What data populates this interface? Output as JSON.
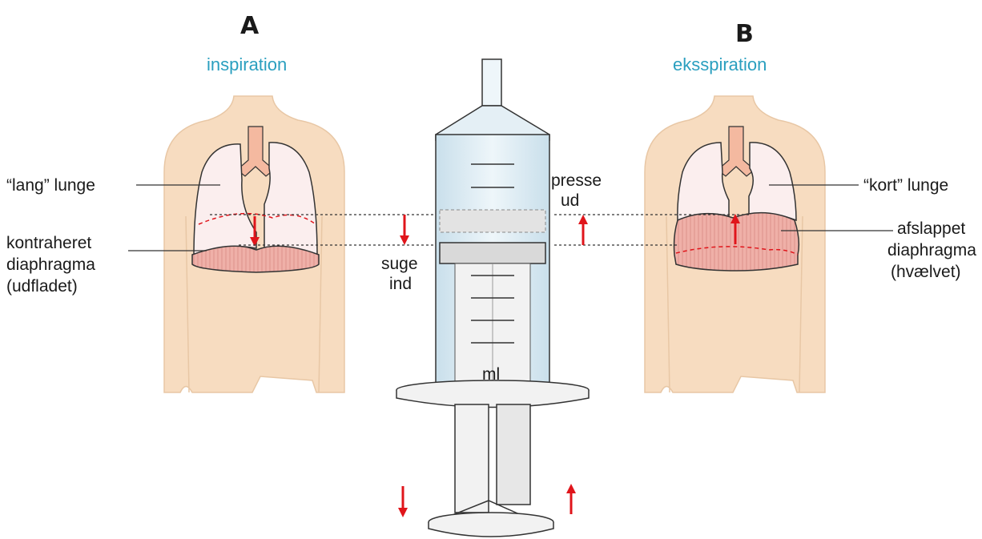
{
  "panels": {
    "left": {
      "letter": "A",
      "phase": "inspiration",
      "lung_label": "“lang” lunge",
      "diaphragm_label": [
        "kontraheret",
        "diaphragma",
        "(udfladet)"
      ]
    },
    "right": {
      "letter": "B",
      "phase": "eksspiration",
      "lung_label": "“kort” lunge",
      "diaphragm_label": [
        "afslappet",
        "diaphragma",
        "(hvælvet)"
      ]
    }
  },
  "syringe": {
    "out_label": [
      "presse",
      "ud"
    ],
    "in_label": [
      "suge",
      "ind"
    ],
    "unit_label": "ml"
  },
  "colors": {
    "skin": "#f7dcc0",
    "skin_outline": "#e8c7a5",
    "lung": "#fbeeee",
    "diaphragm": "#efb0a8",
    "arrow": "#e0151b",
    "phase_text": "#2a9fbf",
    "barrel": "#dcebf3"
  }
}
